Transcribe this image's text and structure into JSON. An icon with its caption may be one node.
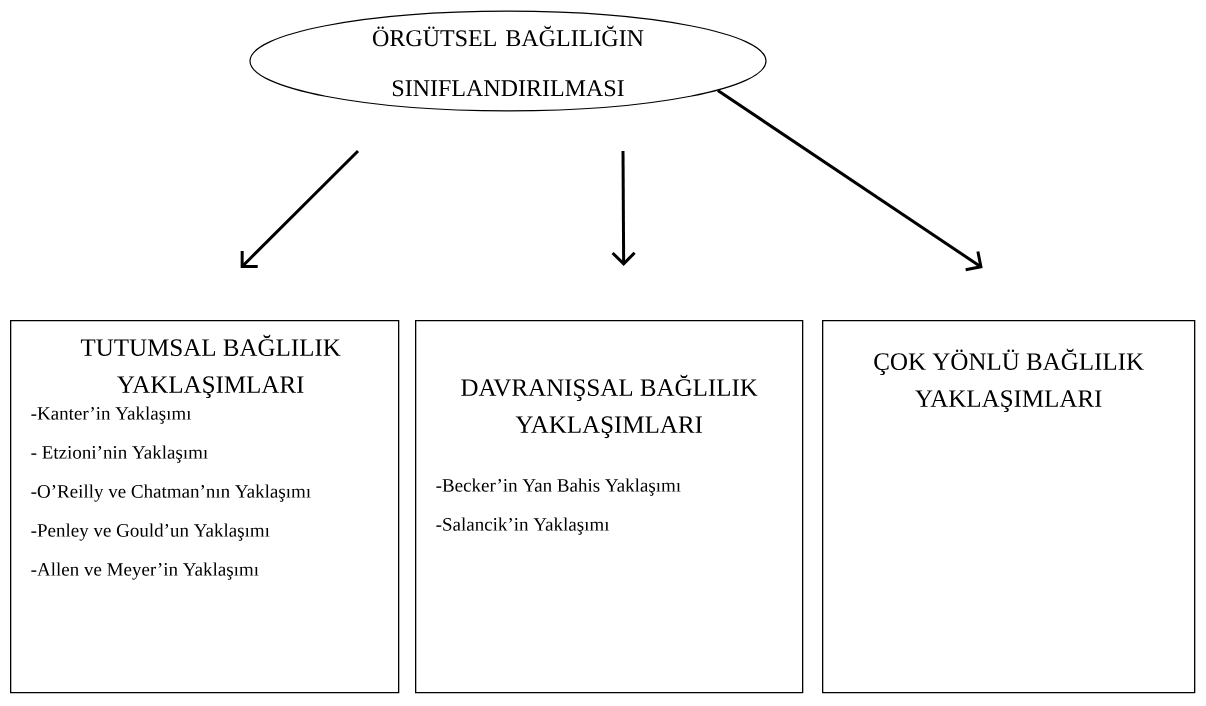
{
  "diagram": {
    "nodes": [
      {
        "text": [
          "ÖRGÜTSEL BAĞLILIĞIN SINIFLANDIRILMASI"
        ]
      },
      {
        "text": [
          "TUTUMSAL BAĞLILIK YAKLAŞIMLARI",
          "-Kanter’in Yaklaşımı",
          "- Etzioni’nin Yaklaşımı",
          "-O’Reilly ve Chatman’nın Yaklaşımı",
          "-Penley ve Gould’un Yaklaşımı",
          "-Allen ve Meyer’in Yaklaşımı"
        ]
      },
      {
        "text": [
          "DAVRANIŞSAL BAĞLILIK YAKLAŞIMLARI",
          "-Becker’in Yan Bahis Yaklaşımı",
          "-Salancik’in Yaklaşımı"
        ]
      },
      {
        "text": [
          "ÇOK YÖNLÜ BAĞLILIK YAKLAŞIMLARI"
        ]
      }
    ],
    "edges": [
      {
        "from": 0,
        "to": 1,
        "arrow": "to"
      },
      {
        "from": 0,
        "to": 2,
        "arrow": "to"
      },
      {
        "from": 0,
        "to": 3,
        "arrow": "to"
      }
    ]
  }
}
